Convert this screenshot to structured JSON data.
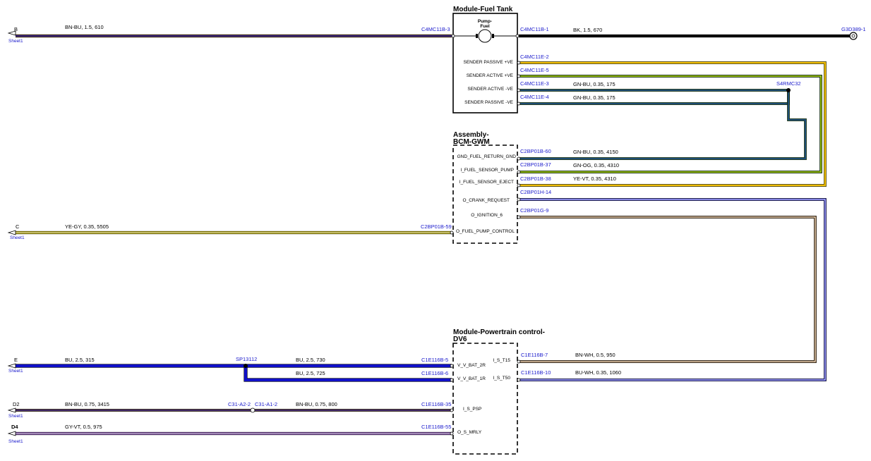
{
  "modules": {
    "fuel_tank": {
      "title": "Module-Fuel Tank",
      "pump_label": "Pump-\nFuel",
      "pins": [
        "SENDER PASSIVE +VE",
        "SENDER ACTIVE +VE",
        "SENDER ACTIVE -VE",
        "SENDER PASSIVE -VE"
      ]
    },
    "bcm": {
      "title_line1": "Assembly-",
      "title_line2": "BCM-GWM",
      "pins": [
        "GND_FUEL_RETURN_GND",
        "I_FUEL_SENSOR_PUMP",
        "I_FUEL_SENSOR_EJECT",
        "O_CRANK_REQUEST",
        "O_IGNITION_6",
        "O_FUEL_PUMP_CONTROL"
      ]
    },
    "pcm": {
      "title_line1": "Module-Powertrain control-",
      "title_line2": "DV6",
      "pins_left": [
        "V_V_BAT_2R",
        "V_V_BAT_1R",
        "I_S_PSP",
        "O_S_MRLY"
      ],
      "pins_right": [
        "I_S_T15",
        "I_S_T50"
      ]
    }
  },
  "offpage": {
    "B": {
      "letter": "B",
      "sheet": "Sheet1"
    },
    "C": {
      "letter": "C",
      "sheet": "Sheet1"
    },
    "E": {
      "letter": "E",
      "sheet": "Sheet1"
    },
    "D2": {
      "letter": "D2",
      "sheet": "Sheet1"
    },
    "D4": {
      "letter": "D4",
      "sheet": "Sheet1"
    }
  },
  "ground": {
    "label": "G3D389-1"
  },
  "splices": {
    "s4": "S4RMC32",
    "sp": "SP13112"
  },
  "wires": {
    "b": {
      "spec": "BN-BU,  1.5,  610",
      "conn": "C4MC11B-3"
    },
    "bk": {
      "spec": "BK,  1.5,  670",
      "conn": "C4MC11B-1"
    },
    "e2": {
      "conn": "C4MC11E-2"
    },
    "e5": {
      "conn": "C4MC11E-5"
    },
    "e3": {
      "spec": "GN-BU,  0.35,  175",
      "conn": "C4MC11E-3"
    },
    "e4": {
      "spec": "GN-BU,  0.35,  175",
      "conn": "C4MC11E-4"
    },
    "b60": {
      "spec": "GN-BU,  0.35,  4150",
      "conn": "C2BP01B-60"
    },
    "b37": {
      "spec": "GN-OG,  0.35,  4310",
      "conn": "C2BP01B-37"
    },
    "b38": {
      "spec": "YE-VT,  0.35,  4310",
      "conn": "C2BP01B-38"
    },
    "h14": {
      "conn": "C2BP01H-14"
    },
    "g9": {
      "conn": "C2BP01G-9"
    },
    "c": {
      "spec": "YE-GY,  0.35,  5505",
      "conn": "C2BP01B-59"
    },
    "e_main": {
      "spec": "BU,  2.5,  315"
    },
    "bu730": {
      "spec": "BU,  2.5,  730",
      "conn": "C1E116B-5"
    },
    "bu725": {
      "spec": "BU,  2.5,  725",
      "conn": "C1E116B-6"
    },
    "t15": {
      "spec": "BN-WH,  0.5,  950",
      "conn": "C1E116B-7"
    },
    "t50": {
      "spec": "BU-WH,  0.35,  1060",
      "conn": "C1E116B-10"
    },
    "d2a": {
      "spec": "BN-BU,  0.75,  3415",
      "conn": "C31-A2-2"
    },
    "d2b": {
      "spec": "BN-BU,  0.75,  800",
      "conn_left": "C31-A1-2",
      "conn": "C1E116B-35"
    },
    "d4": {
      "spec": "GY-VT,  0.5,  975",
      "conn": "C1E116B-55"
    }
  },
  "colors": {
    "bn": "#7a4a12",
    "bu": "#1010c8",
    "bk": "#000000",
    "ye": "#f0dc00",
    "og": "#f5a000",
    "vt": "#9b59d0",
    "gn": "#2e8b22",
    "gy": "#a8a8a8",
    "wh": "#ffffff",
    "label_blue": "#1a1acc"
  }
}
